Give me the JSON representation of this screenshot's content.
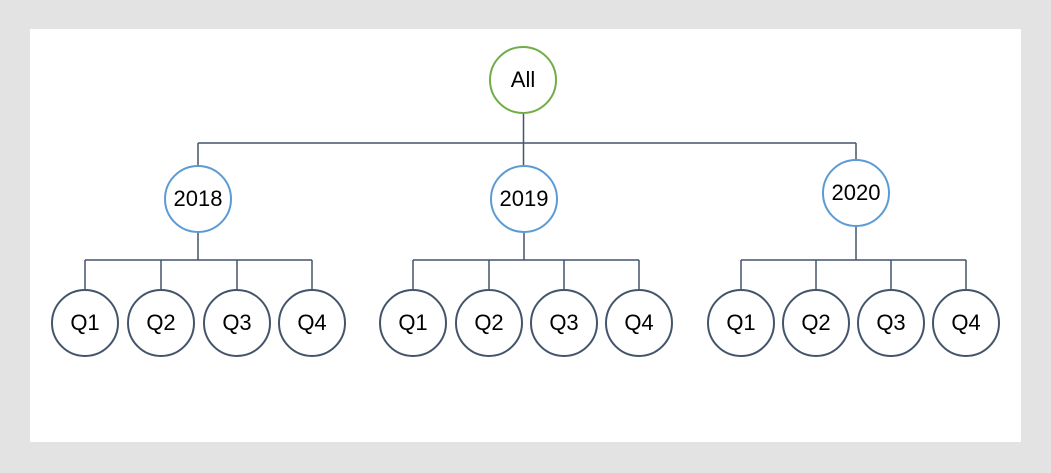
{
  "page": {
    "background_color": "#e3e3e3",
    "canvas_color": "#ffffff"
  },
  "colors": {
    "root_circle": "#70AD47",
    "year_circle": "#5B9BD5",
    "quarter_circle": "#44546A",
    "connector_line": "#44546A",
    "label_text": "#000000"
  },
  "tree": {
    "root": {
      "label": "All"
    },
    "years": [
      {
        "label": "2018",
        "quarters": [
          "Q1",
          "Q2",
          "Q3",
          "Q4"
        ]
      },
      {
        "label": "2019",
        "quarters": [
          "Q1",
          "Q2",
          "Q3",
          "Q4"
        ]
      },
      {
        "label": "2020",
        "quarters": [
          "Q1",
          "Q2",
          "Q3",
          "Q4"
        ]
      }
    ]
  }
}
